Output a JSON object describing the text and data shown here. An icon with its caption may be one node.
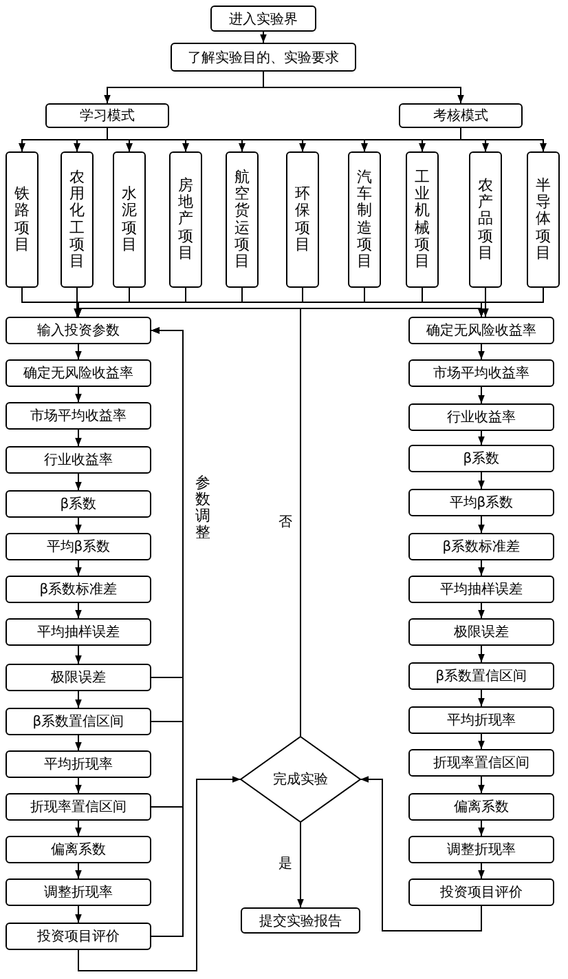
{
  "diagram": {
    "nodes": [
      {
        "text": [
          "进入实验界"
        ]
      },
      {
        "text": [
          "了解实验目的、实验要求"
        ]
      },
      {
        "text": [
          "学习模式"
        ]
      },
      {
        "text": [
          "考核模式"
        ]
      },
      {
        "text": [
          "铁路项目"
        ]
      },
      {
        "text": [
          "农用化工项目"
        ]
      },
      {
        "text": [
          "水泥项目"
        ]
      },
      {
        "text": [
          "房地产项目"
        ]
      },
      {
        "text": [
          "航空货运项目"
        ]
      },
      {
        "text": [
          "环保项目"
        ]
      },
      {
        "text": [
          "汽车制造项目"
        ]
      },
      {
        "text": [
          "工业机械项目"
        ]
      },
      {
        "text": [
          "农产品项目"
        ]
      },
      {
        "text": [
          "半导体项目"
        ]
      },
      {
        "text": [
          "输入投资参数"
        ]
      },
      {
        "text": [
          "确定无风险收益率"
        ]
      },
      {
        "text": [
          "市场平均收益率"
        ]
      },
      {
        "text": [
          "行业收益率"
        ]
      },
      {
        "text": [
          "β系数"
        ]
      },
      {
        "text": [
          "平均β系数"
        ]
      },
      {
        "text": [
          "β系数标准差"
        ]
      },
      {
        "text": [
          "平均抽样误差"
        ]
      },
      {
        "text": [
          "极限误差"
        ]
      },
      {
        "text": [
          "β系数置信区间"
        ]
      },
      {
        "text": [
          "平均折现率"
        ]
      },
      {
        "text": [
          "折现率置信区间"
        ]
      },
      {
        "text": [
          "偏离系数"
        ]
      },
      {
        "text": [
          "调整折现率"
        ]
      },
      {
        "text": [
          "投资项目评价"
        ]
      },
      {
        "text": [
          "确定无风险收益率"
        ]
      },
      {
        "text": [
          "市场平均收益率"
        ]
      },
      {
        "text": [
          "行业收益率"
        ]
      },
      {
        "text": [
          "β系数"
        ]
      },
      {
        "text": [
          "平均β系数"
        ]
      },
      {
        "text": [
          "β系数标准差"
        ]
      },
      {
        "text": [
          "平均抽样误差"
        ]
      },
      {
        "text": [
          "极限误差"
        ]
      },
      {
        "text": [
          "β系数置信区间"
        ]
      },
      {
        "text": [
          "平均折现率"
        ]
      },
      {
        "text": [
          "折现率置信区间"
        ]
      },
      {
        "text": [
          "偏离系数"
        ]
      },
      {
        "text": [
          "调整折现率"
        ]
      },
      {
        "text": [
          "投资项目评价"
        ]
      },
      {
        "text": [
          "完成实验"
        ]
      },
      {
        "text": [
          "提交实验报告"
        ]
      }
    ],
    "edges": [
      {
        "from": 0,
        "to": 1,
        "arrow": "to"
      },
      {
        "from": 1,
        "to": 2,
        "arrow": "to"
      },
      {
        "from": 1,
        "to": 3,
        "arrow": "to"
      },
      {
        "from": 2,
        "to": 4,
        "arrow": "to"
      },
      {
        "from": 2,
        "to": 5,
        "arrow": "to"
      },
      {
        "from": 2,
        "to": 6,
        "arrow": "to"
      },
      {
        "from": 2,
        "to": 7,
        "arrow": "to"
      },
      {
        "from": 2,
        "to": 8,
        "arrow": "to"
      },
      {
        "from": 2,
        "to": 9,
        "arrow": "to"
      },
      {
        "from": 2,
        "to": 10,
        "arrow": "to"
      },
      {
        "from": 2,
        "to": 11,
        "arrow": "to"
      },
      {
        "from": 2,
        "to": 12,
        "arrow": "to"
      },
      {
        "from": 2,
        "to": 13,
        "arrow": "to"
      },
      {
        "from": 3,
        "to": 4,
        "arrow": "to"
      },
      {
        "from": 3,
        "to": 5,
        "arrow": "to"
      },
      {
        "from": 3,
        "to": 6,
        "arrow": "to"
      },
      {
        "from": 3,
        "to": 7,
        "arrow": "to"
      },
      {
        "from": 3,
        "to": 8,
        "arrow": "to"
      },
      {
        "from": 3,
        "to": 9,
        "arrow": "to"
      },
      {
        "from": 3,
        "to": 10,
        "arrow": "to"
      },
      {
        "from": 3,
        "to": 11,
        "arrow": "to"
      },
      {
        "from": 3,
        "to": 12,
        "arrow": "to"
      },
      {
        "from": 3,
        "to": 13,
        "arrow": "to"
      },
      {
        "from": 4,
        "to": 14,
        "arrow": "to"
      },
      {
        "from": 5,
        "to": 14,
        "arrow": "to"
      },
      {
        "from": 6,
        "to": 14,
        "arrow": "to"
      },
      {
        "from": 7,
        "to": 14,
        "arrow": "to"
      },
      {
        "from": 8,
        "to": 14,
        "arrow": "to"
      },
      {
        "from": 9,
        "to": 14,
        "arrow": "to"
      },
      {
        "from": 10,
        "to": 14,
        "arrow": "to"
      },
      {
        "from": 11,
        "to": 14,
        "arrow": "to"
      },
      {
        "from": 12,
        "to": 14,
        "arrow": "to"
      },
      {
        "from": 13,
        "to": 14,
        "arrow": "to"
      },
      {
        "from": 4,
        "to": 29,
        "arrow": "to"
      },
      {
        "from": 5,
        "to": 29,
        "arrow": "to"
      },
      {
        "from": 6,
        "to": 29,
        "arrow": "to"
      },
      {
        "from": 7,
        "to": 29,
        "arrow": "to"
      },
      {
        "from": 8,
        "to": 29,
        "arrow": "to"
      },
      {
        "from": 9,
        "to": 29,
        "arrow": "to"
      },
      {
        "from": 10,
        "to": 29,
        "arrow": "to"
      },
      {
        "from": 11,
        "to": 29,
        "arrow": "to"
      },
      {
        "from": 12,
        "to": 29,
        "arrow": "to"
      },
      {
        "from": 13,
        "to": 29,
        "arrow": "to"
      },
      {
        "from": 14,
        "to": 15,
        "arrow": "to"
      },
      {
        "from": 15,
        "to": 16,
        "arrow": "to"
      },
      {
        "from": 16,
        "to": 17,
        "arrow": "to"
      },
      {
        "from": 17,
        "to": 18,
        "arrow": "to"
      },
      {
        "from": 18,
        "to": 19,
        "arrow": "to"
      },
      {
        "from": 19,
        "to": 20,
        "arrow": "to"
      },
      {
        "from": 20,
        "to": 21,
        "arrow": "to"
      },
      {
        "from": 21,
        "to": 22,
        "arrow": "to"
      },
      {
        "from": 22,
        "to": 23,
        "arrow": "to"
      },
      {
        "from": 23,
        "to": 24,
        "arrow": "to"
      },
      {
        "from": 24,
        "to": 25,
        "arrow": "to"
      },
      {
        "from": 25,
        "to": 26,
        "arrow": "to"
      },
      {
        "from": 26,
        "to": 27,
        "arrow": "to"
      },
      {
        "from": 27,
        "to": 28,
        "arrow": "to"
      },
      {
        "from": 29,
        "to": 30,
        "arrow": "to"
      },
      {
        "from": 30,
        "to": 31,
        "arrow": "to"
      },
      {
        "from": 31,
        "to": 32,
        "arrow": "to"
      },
      {
        "from": 32,
        "to": 33,
        "arrow": "to"
      },
      {
        "from": 33,
        "to": 34,
        "arrow": "to"
      },
      {
        "from": 34,
        "to": 35,
        "arrow": "to"
      },
      {
        "from": 35,
        "to": 36,
        "arrow": "to"
      },
      {
        "from": 36,
        "to": 37,
        "arrow": "to"
      },
      {
        "from": 37,
        "to": 38,
        "arrow": "to"
      },
      {
        "from": 38,
        "to": 39,
        "arrow": "to"
      },
      {
        "from": 39,
        "to": 40,
        "arrow": "to"
      },
      {
        "from": 40,
        "to": 41,
        "arrow": "to"
      },
      {
        "from": 41,
        "to": 42,
        "arrow": "to"
      },
      {
        "from": 22,
        "to": 14,
        "arrow": "to"
      },
      {
        "from": 23,
        "to": 14,
        "arrow": "to"
      },
      {
        "from": 25,
        "to": 14,
        "arrow": "to"
      },
      {
        "from": 28,
        "to": 14,
        "arrow": "to"
      },
      {
        "from": 28,
        "to": 43,
        "arrow": "to"
      },
      {
        "from": 42,
        "to": 43,
        "arrow": "to"
      },
      {
        "from": 43,
        "to": 14,
        "arrow": "to",
        "label": "否"
      },
      {
        "from": 43,
        "to": 29,
        "arrow": "to"
      },
      {
        "from": 43,
        "to": 44,
        "arrow": "to",
        "label": "是"
      }
    ],
    "labels": [
      "参数调整"
    ]
  }
}
